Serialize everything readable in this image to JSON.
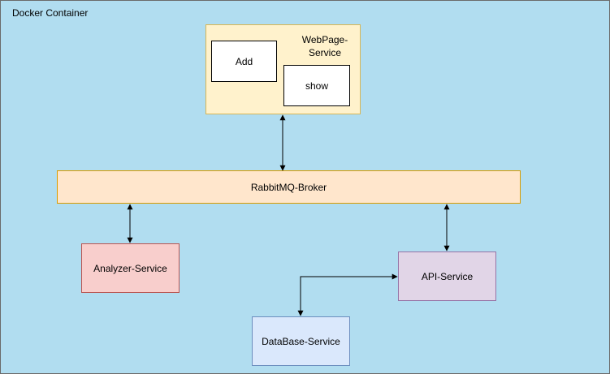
{
  "container": {
    "label": "Docker Container"
  },
  "webpage_service": {
    "label_line1": "WebPage-",
    "label_line2": "Service",
    "add_label": "Add",
    "show_label": "show"
  },
  "broker": {
    "label": "RabbitMQ-Broker"
  },
  "analyzer_service": {
    "label": "Analyzer-Service"
  },
  "api_service": {
    "label": "API-Service"
  },
  "database_service": {
    "label": "DataBase-Service"
  },
  "colors": {
    "container_fill": "#b1ddf0",
    "webpage_fill": "#fff2cc",
    "broker_fill": "#ffe6cc",
    "analyzer_fill": "#f8cecc",
    "api_fill": "#e1d5e7",
    "database_fill": "#dae8fc"
  }
}
